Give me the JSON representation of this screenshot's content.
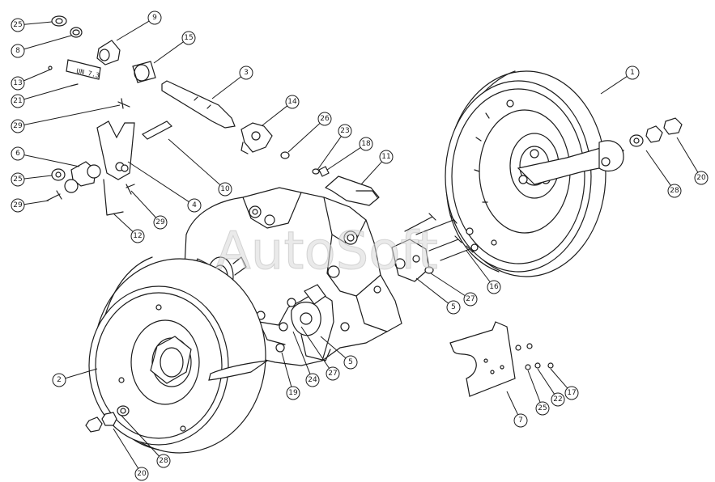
{
  "watermark": "AutoSoft",
  "plate_label": "UN 7.3",
  "colors": {
    "line": "#1c1c1c",
    "background": "#ffffff",
    "watermark": "#d8d8d8"
  },
  "callouts": [
    {
      "id": "c-25-top",
      "number": "25"
    },
    {
      "id": "c-8",
      "number": "8"
    },
    {
      "id": "c-9",
      "number": "9"
    },
    {
      "id": "c-15",
      "number": "15"
    },
    {
      "id": "c-13",
      "number": "13"
    },
    {
      "id": "c-21",
      "number": "21"
    },
    {
      "id": "c-3",
      "number": "3"
    },
    {
      "id": "c-14",
      "number": "14"
    },
    {
      "id": "c-29-top",
      "number": "29"
    },
    {
      "id": "c-26-mid",
      "number": "26"
    },
    {
      "id": "c-23",
      "number": "23"
    },
    {
      "id": "c-18",
      "number": "18"
    },
    {
      "id": "c-11",
      "number": "11"
    },
    {
      "id": "c-6",
      "number": "6"
    },
    {
      "id": "c-25-left",
      "number": "25"
    },
    {
      "id": "c-10",
      "number": "10"
    },
    {
      "id": "c-29-left",
      "number": "29"
    },
    {
      "id": "c-4",
      "number": "4"
    },
    {
      "id": "c-29-mid",
      "number": "29"
    },
    {
      "id": "c-12",
      "number": "12"
    },
    {
      "id": "c-1",
      "number": "1"
    },
    {
      "id": "c-20-right",
      "number": "20"
    },
    {
      "id": "c-28-right",
      "number": "28"
    },
    {
      "id": "c-16",
      "number": "16"
    },
    {
      "id": "c-27-right",
      "number": "27"
    },
    {
      "id": "c-5-right",
      "number": "5"
    },
    {
      "id": "c-2",
      "number": "2"
    },
    {
      "id": "c-19",
      "number": "19"
    },
    {
      "id": "c-24",
      "number": "24"
    },
    {
      "id": "c-27-mid",
      "number": "27"
    },
    {
      "id": "c-5-mid",
      "number": "5"
    },
    {
      "id": "c-17",
      "number": "17"
    },
    {
      "id": "c-22",
      "number": "22"
    },
    {
      "id": "c-25-bottom",
      "number": "25"
    },
    {
      "id": "c-7",
      "number": "7"
    },
    {
      "id": "c-20-bottom",
      "number": "20"
    },
    {
      "id": "c-28-bottom",
      "number": "28"
    }
  ]
}
